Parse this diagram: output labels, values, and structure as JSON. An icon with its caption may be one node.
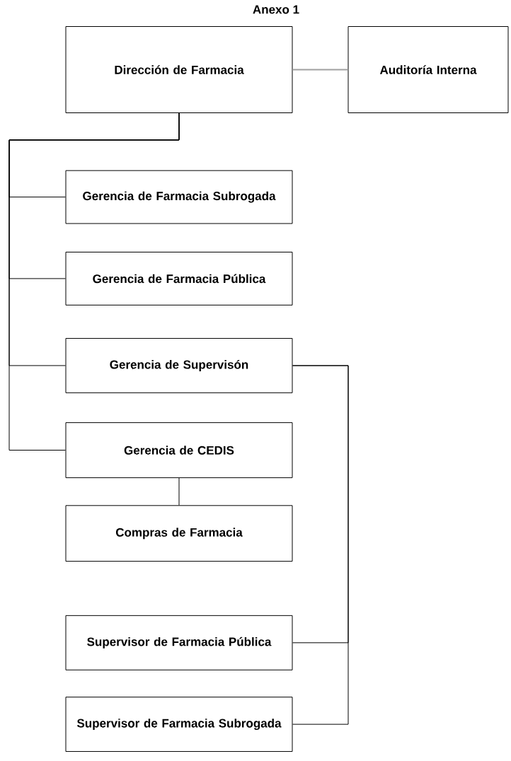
{
  "diagram": {
    "title": "Anexo 1",
    "nodes": [
      {
        "text": [
          "Dirección de Farmacia"
        ]
      },
      {
        "text": [
          "Auditoría Interna"
        ]
      },
      {
        "text": [
          "Gerencia de Farmacia Subrogada"
        ]
      },
      {
        "text": [
          "Gerencia de Farmacia Pública"
        ]
      },
      {
        "text": [
          "Gerencia de Supervisón"
        ]
      },
      {
        "text": [
          "Gerencia de CEDIS"
        ]
      },
      {
        "text": [
          "Compras de Farmacia"
        ]
      },
      {
        "text": [
          "Supervisor de Farmacia Pública"
        ]
      },
      {
        "text": [
          "Supervisor de Farmacia Subrogada"
        ]
      }
    ],
    "edges": [
      {
        "from": 0,
        "to": 1,
        "arrow": "none",
        "color": "#a0a0a0"
      },
      {
        "from": 0,
        "to": 2,
        "arrow": "none"
      },
      {
        "from": 0,
        "to": 3,
        "arrow": "none"
      },
      {
        "from": 0,
        "to": 4,
        "arrow": "none"
      },
      {
        "from": 0,
        "to": 5,
        "arrow": "none"
      },
      {
        "from": 5,
        "to": 6,
        "arrow": "none"
      },
      {
        "from": 4,
        "to": 7,
        "arrow": "none"
      },
      {
        "from": 4,
        "to": 8,
        "arrow": "none"
      }
    ]
  }
}
